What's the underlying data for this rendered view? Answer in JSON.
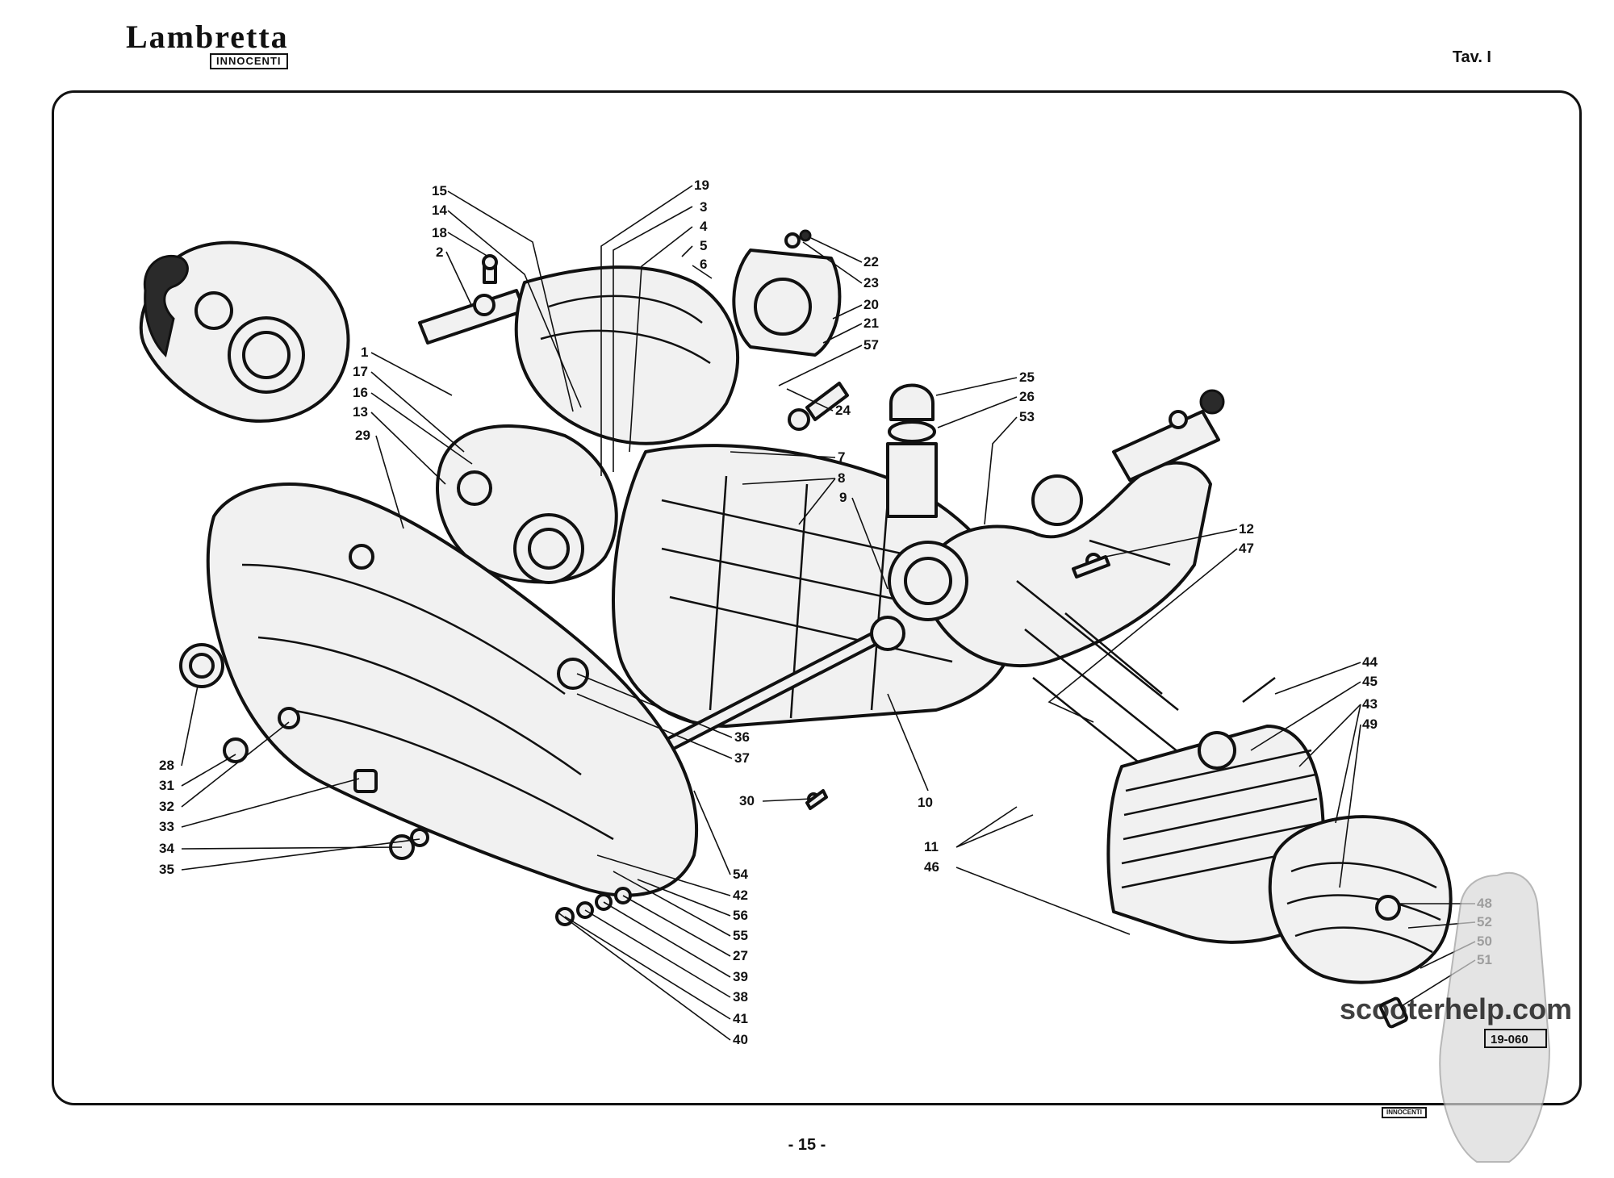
{
  "header": {
    "brand": "Lambretta",
    "brand_sub": "INNOCENTI",
    "table_ref": "Tav. I"
  },
  "page_number": "- 15 -",
  "watermark": {
    "site": "scooterhelp.com",
    "code": "19-060"
  },
  "footer_logo": "INNOCENTI",
  "callouts": [
    "15",
    "14",
    "18",
    "2",
    "1",
    "17",
    "16",
    "13",
    "29",
    "19",
    "3",
    "4",
    "5",
    "6",
    "22",
    "23",
    "20",
    "21",
    "57",
    "24",
    "25",
    "26",
    "53",
    "7",
    "8",
    "9",
    "12",
    "47",
    "44",
    "45",
    "43",
    "49",
    "28",
    "31",
    "32",
    "33",
    "34",
    "35",
    "36",
    "37",
    "30",
    "10",
    "11",
    "46",
    "54",
    "42",
    "56",
    "55",
    "27",
    "39",
    "38",
    "41",
    "40",
    "48",
    "52",
    "50",
    "51"
  ]
}
